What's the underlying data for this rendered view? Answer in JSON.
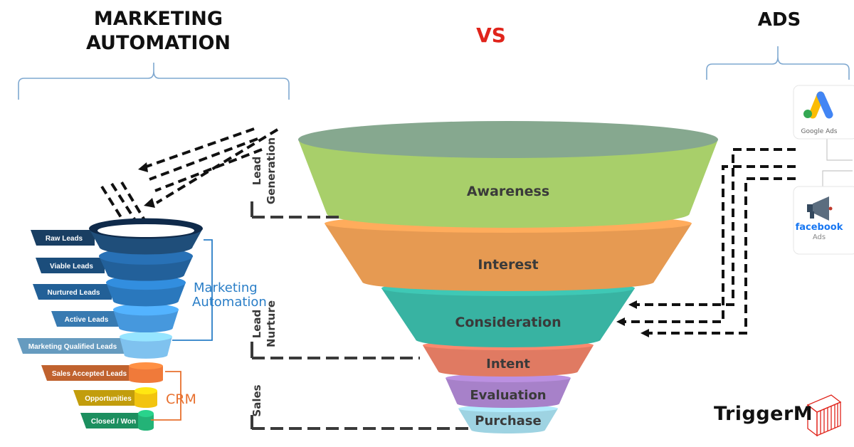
{
  "headings": {
    "left": [
      "MARKETING",
      "AUTOMATION"
    ],
    "center": "VS",
    "right": "ADS"
  },
  "colors": {
    "vs": "#e0241b",
    "brace": "#7fa8d0",
    "mini_dark": "#173f6b",
    "mini_light": "#8dd0f2",
    "marketing_label": "#2a7ec7",
    "crm_label": "#e8702e",
    "brand_mark": "#e0241b"
  },
  "mini_funnel": {
    "items": [
      {
        "label": "Raw Leads",
        "color": "#1f4e7a"
      },
      {
        "label": "Viable Leads",
        "color": "#22609a"
      },
      {
        "label": "Nurtured Leads",
        "color": "#2a78bd"
      },
      {
        "label": "Active Leads",
        "color": "#4698dd"
      },
      {
        "label": "Marketing Qualified Leads",
        "color": "#7fc2ef"
      },
      {
        "label": "Sales Accepted Leads",
        "color": "#f07a3a"
      },
      {
        "label": "Opportunities",
        "color": "#f2c40f"
      },
      {
        "label": "Closed / Won",
        "color": "#23b377"
      }
    ],
    "group_labels": {
      "marketing": [
        "Marketing",
        "Automation"
      ],
      "crm": "CRM"
    }
  },
  "main_funnel": {
    "stages": [
      {
        "label": "Awareness",
        "color": "#a8cf6a",
        "top_color": "#86a88f"
      },
      {
        "label": "Interest",
        "color": "#e69a52"
      },
      {
        "label": "Consideration",
        "color": "#38b3a2"
      },
      {
        "label": "Intent",
        "color": "#e07a62"
      },
      {
        "label": "Evaluation",
        "color": "#a781c9"
      },
      {
        "label": "Purchase",
        "color": "#9ed3e2"
      }
    ],
    "side_labels": [
      [
        "Lead",
        "Generation"
      ],
      [
        "Lead",
        "Nurture"
      ],
      [
        "Sales"
      ]
    ]
  },
  "ads": {
    "google": "Google Ads",
    "facebook": "facebook",
    "facebook_sub": "Ads",
    "google_colors": [
      "#fbbc04",
      "#4285f4",
      "#34a853"
    ],
    "facebook_color": "#1877f2"
  },
  "brand": {
    "name": "TriggerM"
  }
}
